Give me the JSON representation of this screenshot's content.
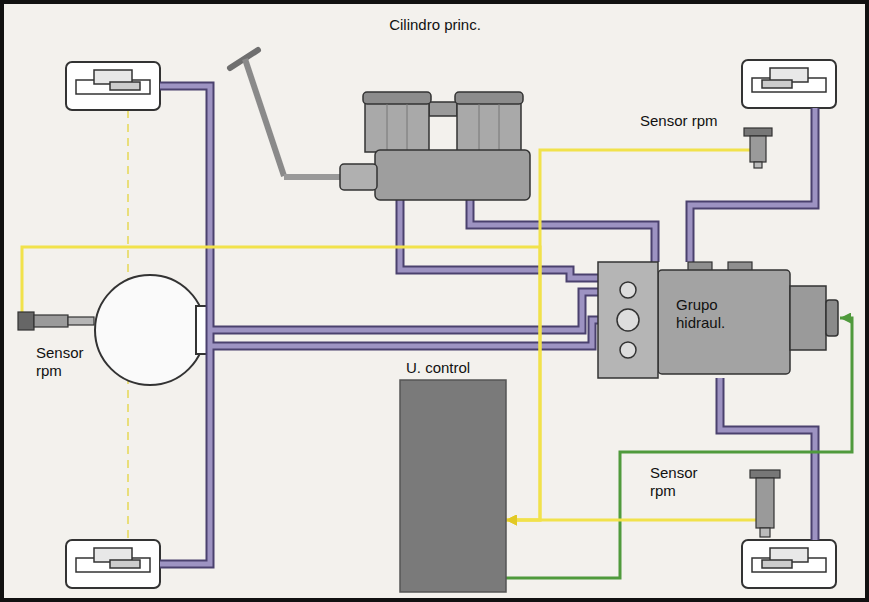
{
  "diagram": {
    "nodes": [
      {
        "text": [
          "Cilindro princ."
        ]
      },
      {
        "text": [
          "Grupo hidraul."
        ]
      },
      {
        "text": [
          "U. control"
        ]
      },
      {
        "text": [
          "Sensor rpm"
        ]
      },
      {
        "text": [
          "Sensor rpm"
        ]
      },
      {
        "text": [
          "Sensor rpm"
        ]
      }
    ],
    "edges": [
      {
        "from": 0,
        "to": 1,
        "arrow": "none"
      },
      {
        "from": 2,
        "to": 1,
        "arrow": "to"
      },
      {
        "from": 3,
        "to": 2,
        "arrow": "to"
      },
      {
        "from": 4,
        "to": 2,
        "arrow": "to"
      },
      {
        "from": 5,
        "to": 2,
        "arrow": "to"
      }
    ]
  }
}
